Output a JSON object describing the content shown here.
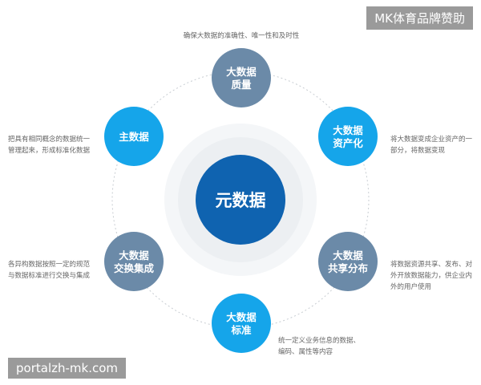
{
  "center": {
    "label": "元数据",
    "color": "#0f63b0"
  },
  "nodes": [
    {
      "id": "quality",
      "lines": [
        "大数据",
        "质量"
      ],
      "color": "#6b8aa8",
      "desc": [
        "确保大数据的准确性、唯一性和及时性"
      ]
    },
    {
      "id": "assetization",
      "lines": [
        "大数据",
        "资产化"
      ],
      "color": "#15a5ea",
      "desc": [
        "将大数据变成企业资产的一",
        "部分，将数据变现"
      ]
    },
    {
      "id": "sharing",
      "lines": [
        "大数据",
        "共享分布"
      ],
      "color": "#6b8aa8",
      "desc": [
        "将数据资源共享、发布、对",
        "外开放数据能力，供企业内",
        "外的用户使用"
      ]
    },
    {
      "id": "standard",
      "lines": [
        "大数据",
        "标准"
      ],
      "color": "#15a5ea",
      "desc": [
        "统一定义业务信息的数据、",
        "编码、属性等内容"
      ]
    },
    {
      "id": "exchange",
      "lines": [
        "大数据",
        "交换集成"
      ],
      "color": "#6b8aa8",
      "desc": [
        "各异构数据按照一定的规范",
        "与数据标准进行交换与集成"
      ]
    },
    {
      "id": "master",
      "lines": [
        "主数据"
      ],
      "color": "#15a5ea",
      "desc": [
        "把具有相同概念的数据统一",
        "管理起来，形成标准化数据"
      ]
    }
  ],
  "watermarks": {
    "top": "MK体育品牌赞助",
    "bottom": "portalzh-mk.com"
  }
}
